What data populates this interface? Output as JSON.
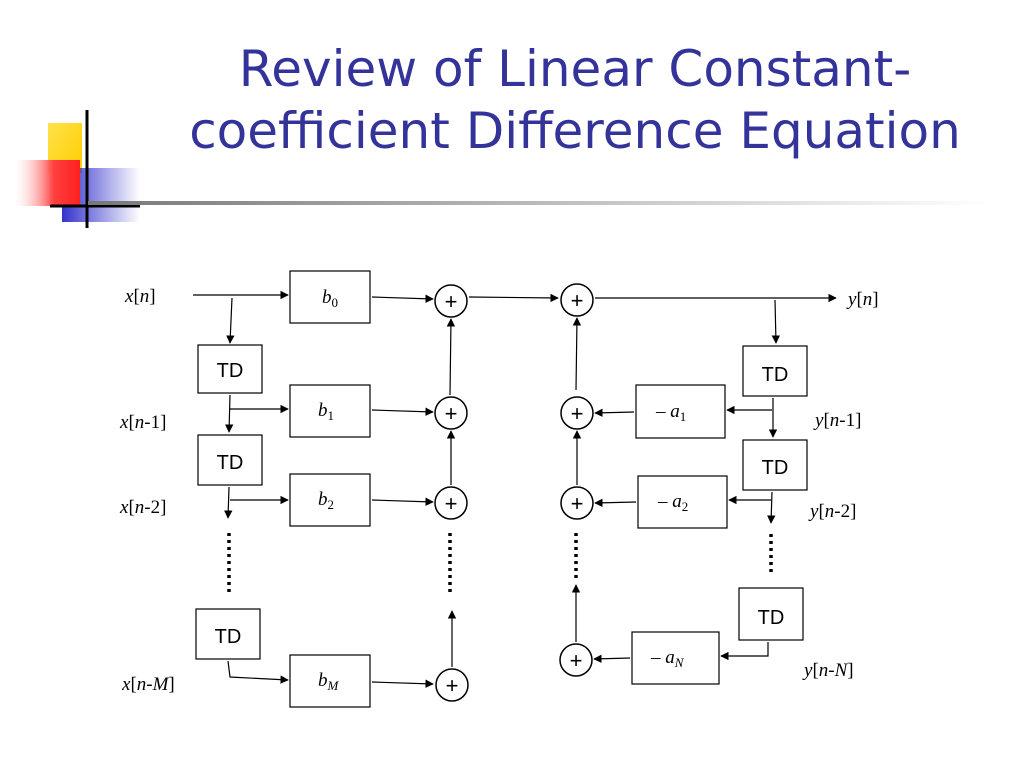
{
  "title": {
    "line1": "Review of Linear Constant-",
    "line2": "coefficient Difference Equation"
  },
  "colors": {
    "title": "#333399",
    "accent_yellow": "#ffd700",
    "accent_red": "#ff3b3b",
    "accent_blue": "#3333cc"
  },
  "diagram": {
    "delay_label": "TD",
    "adder_symbol": "+",
    "input_signals": [
      {
        "var": "x",
        "open": "[",
        "idx": "n",
        "close": "]"
      },
      {
        "var": "x",
        "open": "[",
        "idx": "n",
        "rest": "-1",
        "close": "]"
      },
      {
        "var": "x",
        "open": "[",
        "idx": "n",
        "rest": "-2",
        "close": "]"
      },
      {
        "var": "x",
        "open": "[",
        "idx": "n-M",
        "close": "]"
      }
    ],
    "output_signals": [
      {
        "var": "y",
        "open": "[",
        "idx": "n",
        "close": "]"
      },
      {
        "var": "y",
        "open": "[",
        "idx": "n",
        "rest": "-1",
        "close": "]"
      },
      {
        "var": "y",
        "open": "[",
        "idx": "n",
        "rest": "-2",
        "close": "]"
      },
      {
        "var": "y",
        "open": "[",
        "idx": "n-N",
        "close": "]"
      }
    ],
    "feedforward_coefficients": [
      {
        "base": "b",
        "sub": "0"
      },
      {
        "base": "b",
        "sub": "1"
      },
      {
        "base": "b",
        "sub": "2"
      },
      {
        "base": "b",
        "sub": "M"
      }
    ],
    "feedback_coefficients": [
      {
        "sign": "– ",
        "base": "a",
        "sub": "1"
      },
      {
        "sign": "– ",
        "base": "a",
        "sub": "2"
      },
      {
        "sign": "– ",
        "base": "a",
        "sub": "N"
      }
    ]
  }
}
